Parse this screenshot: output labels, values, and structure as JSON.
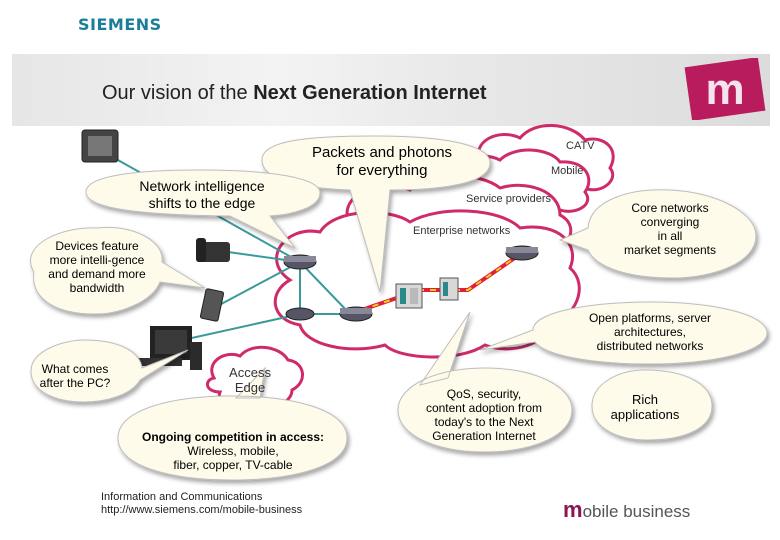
{
  "header": {
    "brand": "SIEMENS",
    "title_prefix": "Our vision of the ",
    "title_bold": "Next Generation Internet",
    "corner_logo_letter": "m"
  },
  "clouds": {
    "catv": "CATV",
    "mobile": "Mobile",
    "service_providers": "Service providers",
    "enterprise_networks": "Enterprise networks"
  },
  "callouts": {
    "packets": "Packets and photons\nfor everything",
    "network_intelligence": "Network intelligence\nshifts to the edge",
    "devices": "Devices feature\nmore intelli-gence\nand demand more\nbandwidth",
    "core_networks": "Core networks\nconverging\nin all\nmarket segments",
    "open_platforms": "Open platforms, server\narchitectures,\ndistributed networks",
    "what_comes": "What comes\nafter the PC?",
    "access_edge": "Access\nEdge",
    "ongoing_title": "Ongoing competition in access:",
    "ongoing_detail": "Wireless, mobile,\nfiber, copper, TV-cable",
    "qos": "QoS, security,\ncontent adoption from\ntoday's to the Next\nGeneration Internet",
    "rich_apps": "Rich\napplications"
  },
  "footer": {
    "line1": "Information and Communications",
    "line2": "http://www.siemens.com/mobile-business",
    "brand_m": "m",
    "brand_rest": "obile business"
  },
  "colors": {
    "brand_teal": "#1b7c9c",
    "cloud_purple": "#cf2a6a",
    "cloud_fill": "#f0a0be",
    "callout_fill": "#fffbea",
    "callout_stroke": "#bdbdbd",
    "network_line": "#3a9a9a",
    "optical_red": "#e0203a",
    "optical_yellow": "#f2d21a"
  }
}
